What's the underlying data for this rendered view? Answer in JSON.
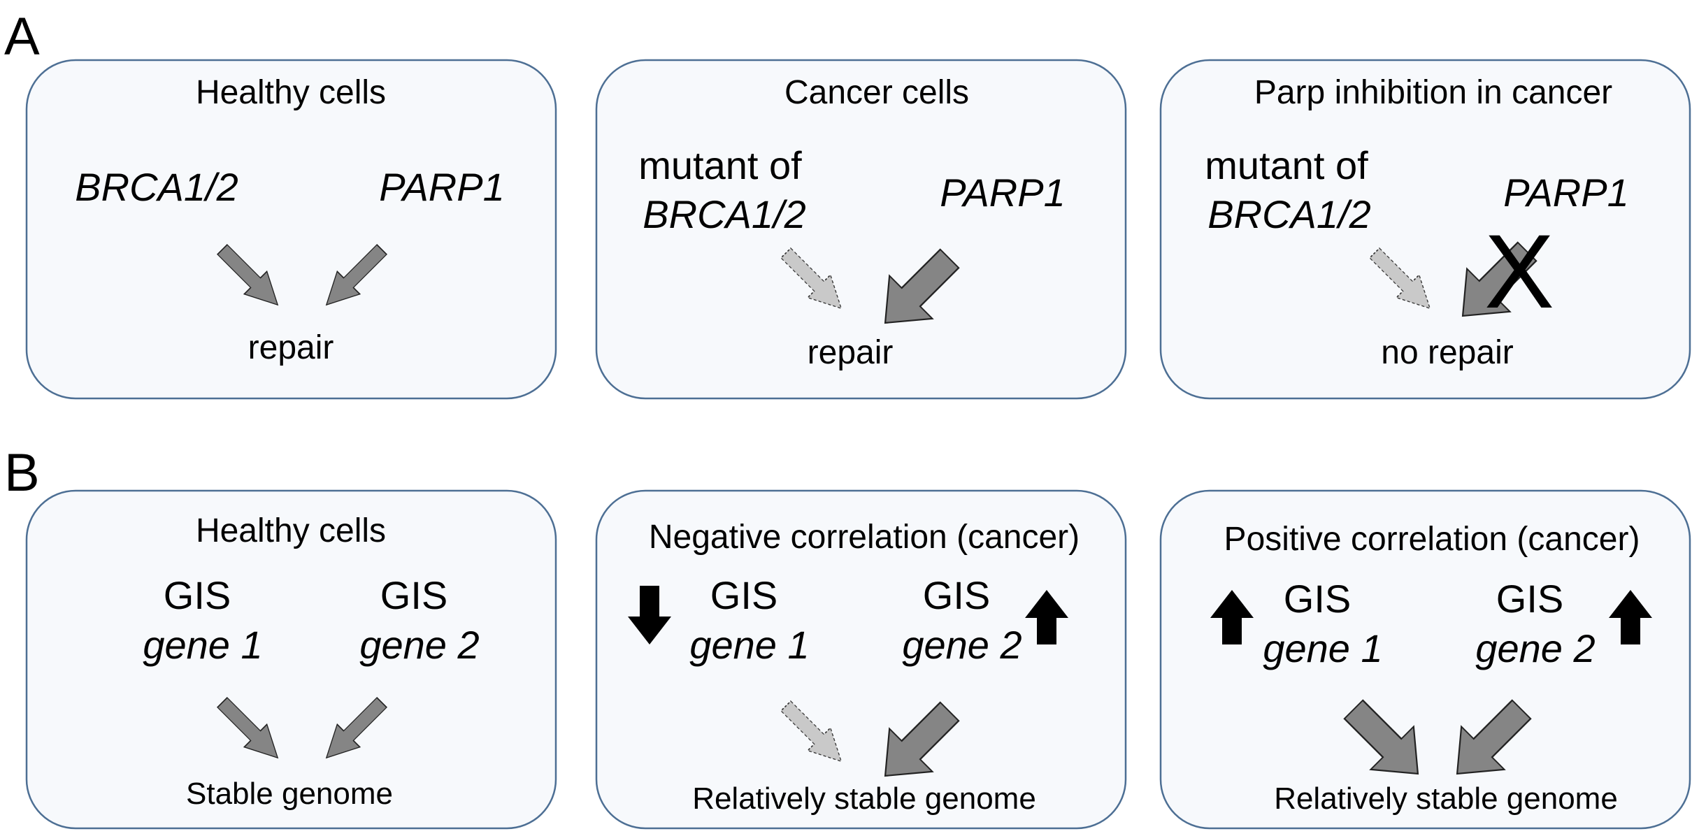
{
  "panels": {
    "A": {
      "label": "A",
      "boxes": [
        {
          "title": "Healthy cells",
          "left_line1": "",
          "left_gene": "BRCA1/2",
          "right_gene": "PARP1",
          "outcome": "repair"
        },
        {
          "title": "Cancer cells",
          "left_line1": "mutant of",
          "left_gene": "BRCA1/2",
          "right_gene": "PARP1",
          "outcome": "repair"
        },
        {
          "title": "Parp inhibition in cancer",
          "left_line1": "mutant of",
          "left_gene": "BRCA1/2",
          "right_gene": "PARP1",
          "outcome": "no repair",
          "cross_mark": "X"
        }
      ]
    },
    "B": {
      "label": "B",
      "boxes": [
        {
          "title": "Healthy cells",
          "left_top": "GIS",
          "left_gene": "gene 1",
          "right_top": "GIS",
          "right_gene": "gene 2",
          "outcome": "Stable genome"
        },
        {
          "title": "Negative correlation (cancer)",
          "left_top": "GIS",
          "left_gene": "gene 1",
          "right_top": "GIS",
          "right_gene": "gene 2",
          "outcome": "Relatively stable genome"
        },
        {
          "title": "Positive correlation (cancer)",
          "left_top": "GIS",
          "left_gene": "gene 1",
          "right_top": "GIS",
          "right_gene": "gene 2",
          "outcome": "Relatively stable genome"
        }
      ]
    }
  },
  "colors": {
    "box_fill": "#f7f9fc",
    "box_stroke": "#4d6f94",
    "arrow_dark": "#858585",
    "arrow_light": "#c9c9c9",
    "indicator": "#000000"
  }
}
